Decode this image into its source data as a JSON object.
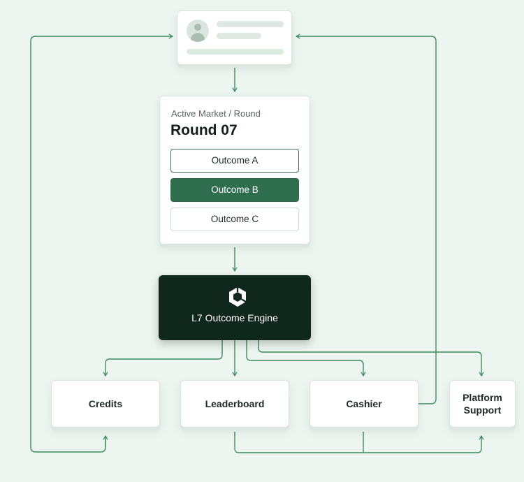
{
  "market": {
    "label": "Active Market / Round",
    "title": "Round 07",
    "outcomes": [
      "Outcome A",
      "Outcome B",
      "Outcome C"
    ],
    "selected_outcome": "Outcome B"
  },
  "engine": {
    "label": "L7 Outcome Engine",
    "icon": "hexagon-logo-icon"
  },
  "destinations": {
    "credits": "Credits",
    "leaderboard": "Leaderboard",
    "cashier": "Cashier",
    "platform_support": "Platform\nSupport"
  },
  "colors": {
    "background": "#edf5f0",
    "connector": "#3f8a63",
    "accent": "#2e6e4f",
    "engine": "#10271d"
  }
}
